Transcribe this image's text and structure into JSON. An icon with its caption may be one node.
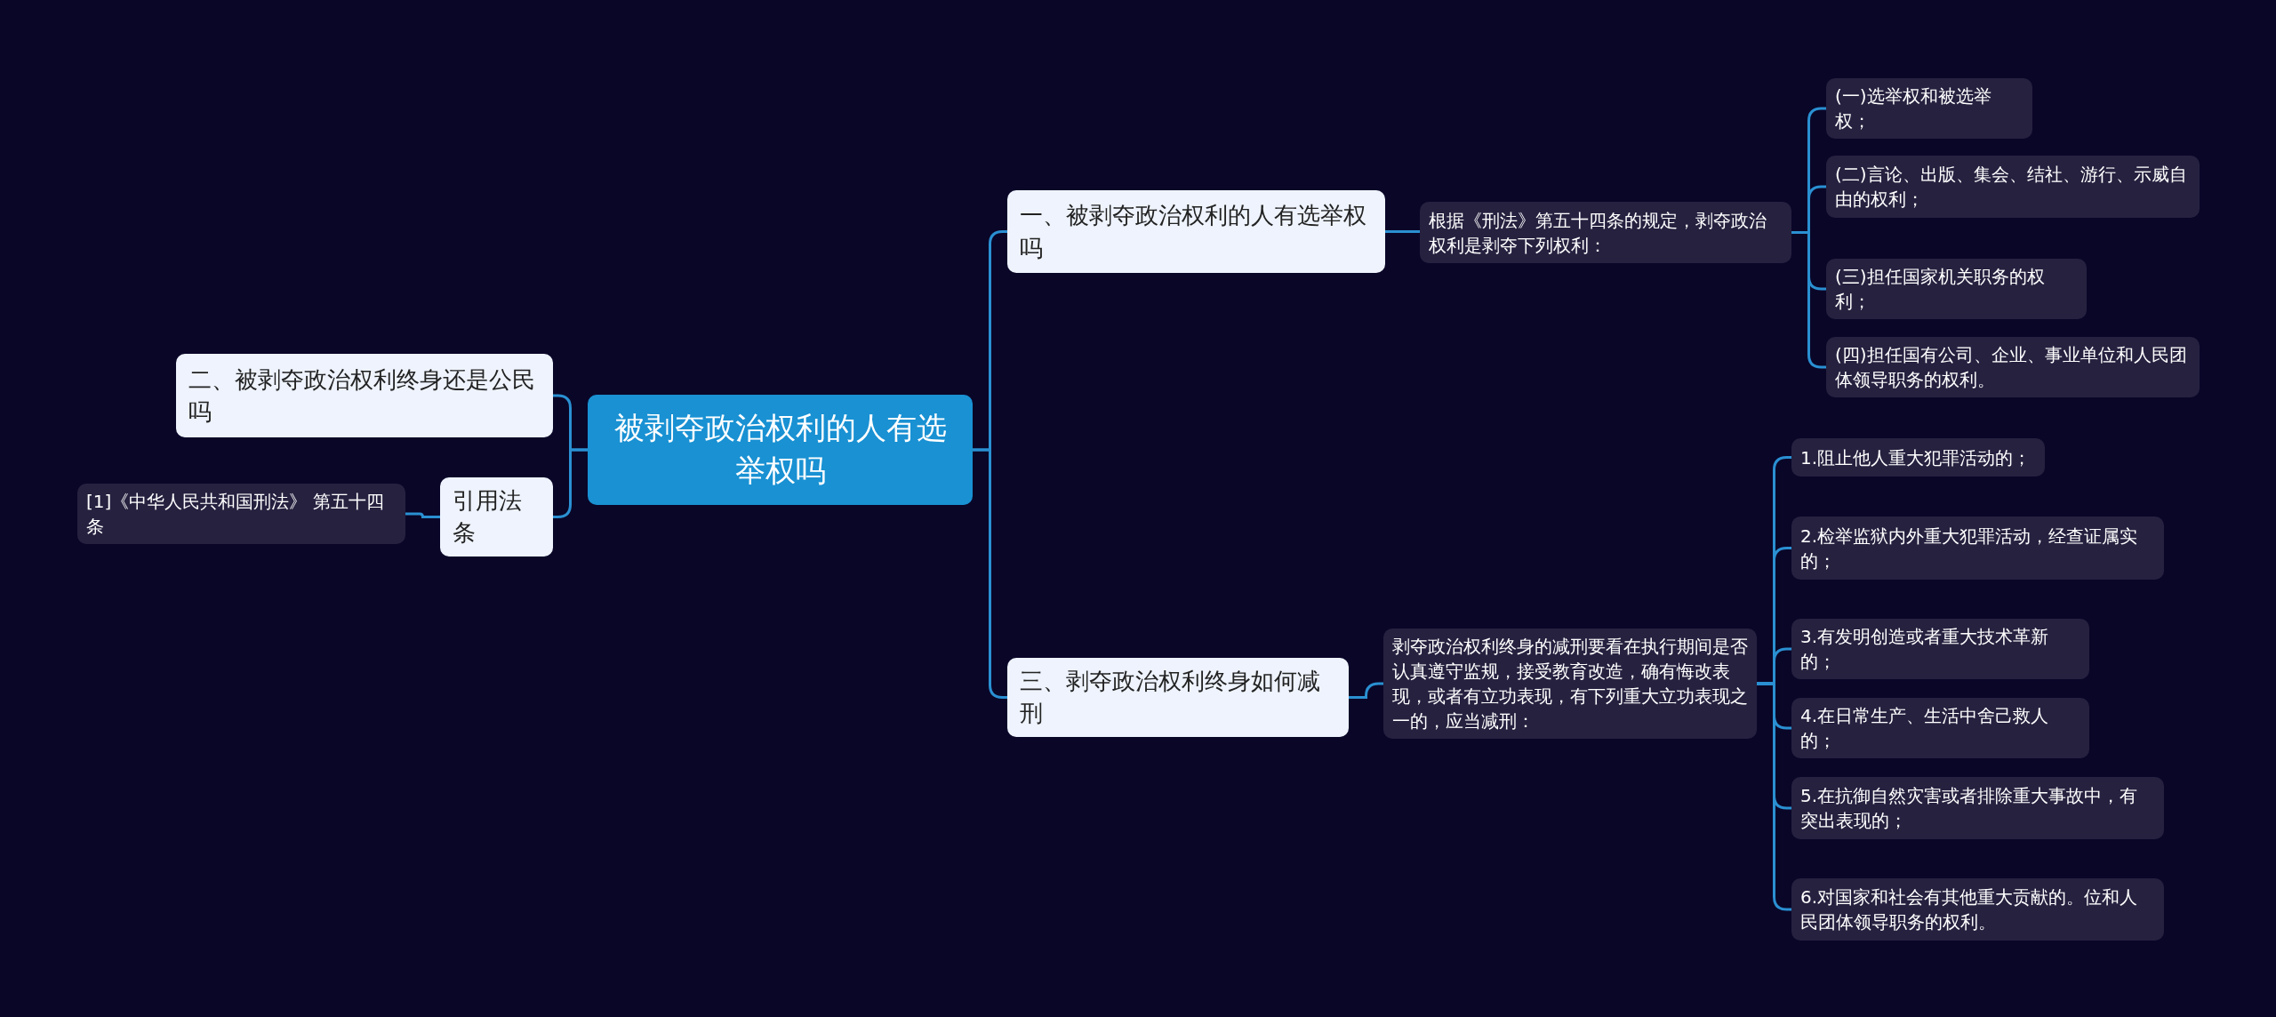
{
  "diagram": {
    "nodes": [
      {
        "text": [
          "被剥夺政治权利的人有选举权吗"
        ]
      },
      {
        "text": [
          "一、被剥夺政治权利的人有选举权吗"
        ]
      },
      {
        "text": [
          "根据《刑法》第五十四条的规定，剥夺政治权利是剥夺下列权利："
        ]
      },
      {
        "text": [
          "(一)选举权和被选举权；"
        ]
      },
      {
        "text": [
          "(二)言论、出版、集会、结社、游行、示威自由的权利；"
        ]
      },
      {
        "text": [
          "(三)担任国家机关职务的权利；"
        ]
      },
      {
        "text": [
          "(四)担任国有公司、企业、事业单位和人民团体领导职务的权利。"
        ]
      },
      {
        "text": [
          "三、剥夺政治权利终身如何减刑"
        ]
      },
      {
        "text": [
          "剥夺政治权利终身的减刑要看在执行期间是否认真遵守监规，接受教育改造，确有悔改表现，或者有立功表现，有下列重大立功表现之一的，应当减刑："
        ]
      },
      {
        "text": [
          "1.阻止他人重大犯罪活动的；"
        ]
      },
      {
        "text": [
          "2.检举监狱内外重大犯罪活动，经查证属实的；"
        ]
      },
      {
        "text": [
          "3.有发明创造或者重大技术革新的；"
        ]
      },
      {
        "text": [
          "4.在日常生产、生活中舍己救人的；"
        ]
      },
      {
        "text": [
          "5.在抗御自然灾害或者排除重大事故中，有突出表现的；"
        ]
      },
      {
        "text": [
          "6.对国家和社会有其他重大贡献的。位和人民团体领导职务的权利。"
        ]
      },
      {
        "text": [
          "二、被剥夺政治权利终身还是公民吗"
        ]
      },
      {
        "text": [
          "引用法条"
        ]
      },
      {
        "text": [
          "[1]《中华人民共和国刑法》 第五十四条"
        ]
      }
    ],
    "edges": [
      {
        "from": 0,
        "to": 1,
        "arrow": "none"
      },
      {
        "from": 1,
        "to": 2,
        "arrow": "none"
      },
      {
        "from": 2,
        "to": 3,
        "arrow": "none"
      },
      {
        "from": 2,
        "to": 4,
        "arrow": "none"
      },
      {
        "from": 2,
        "to": 5,
        "arrow": "none"
      },
      {
        "from": 2,
        "to": 6,
        "arrow": "none"
      },
      {
        "from": 0,
        "to": 7,
        "arrow": "none"
      },
      {
        "from": 7,
        "to": 8,
        "arrow": "none"
      },
      {
        "from": 8,
        "to": 9,
        "arrow": "none"
      },
      {
        "from": 8,
        "to": 10,
        "arrow": "none"
      },
      {
        "from": 8,
        "to": 11,
        "arrow": "none"
      },
      {
        "from": 8,
        "to": 12,
        "arrow": "none"
      },
      {
        "from": 8,
        "to": 13,
        "arrow": "none"
      },
      {
        "from": 8,
        "to": 14,
        "arrow": "none"
      },
      {
        "from": 0,
        "to": 15,
        "arrow": "none"
      },
      {
        "from": 0,
        "to": 16,
        "arrow": "none"
      },
      {
        "from": 16,
        "to": 17,
        "arrow": "none"
      }
    ]
  }
}
